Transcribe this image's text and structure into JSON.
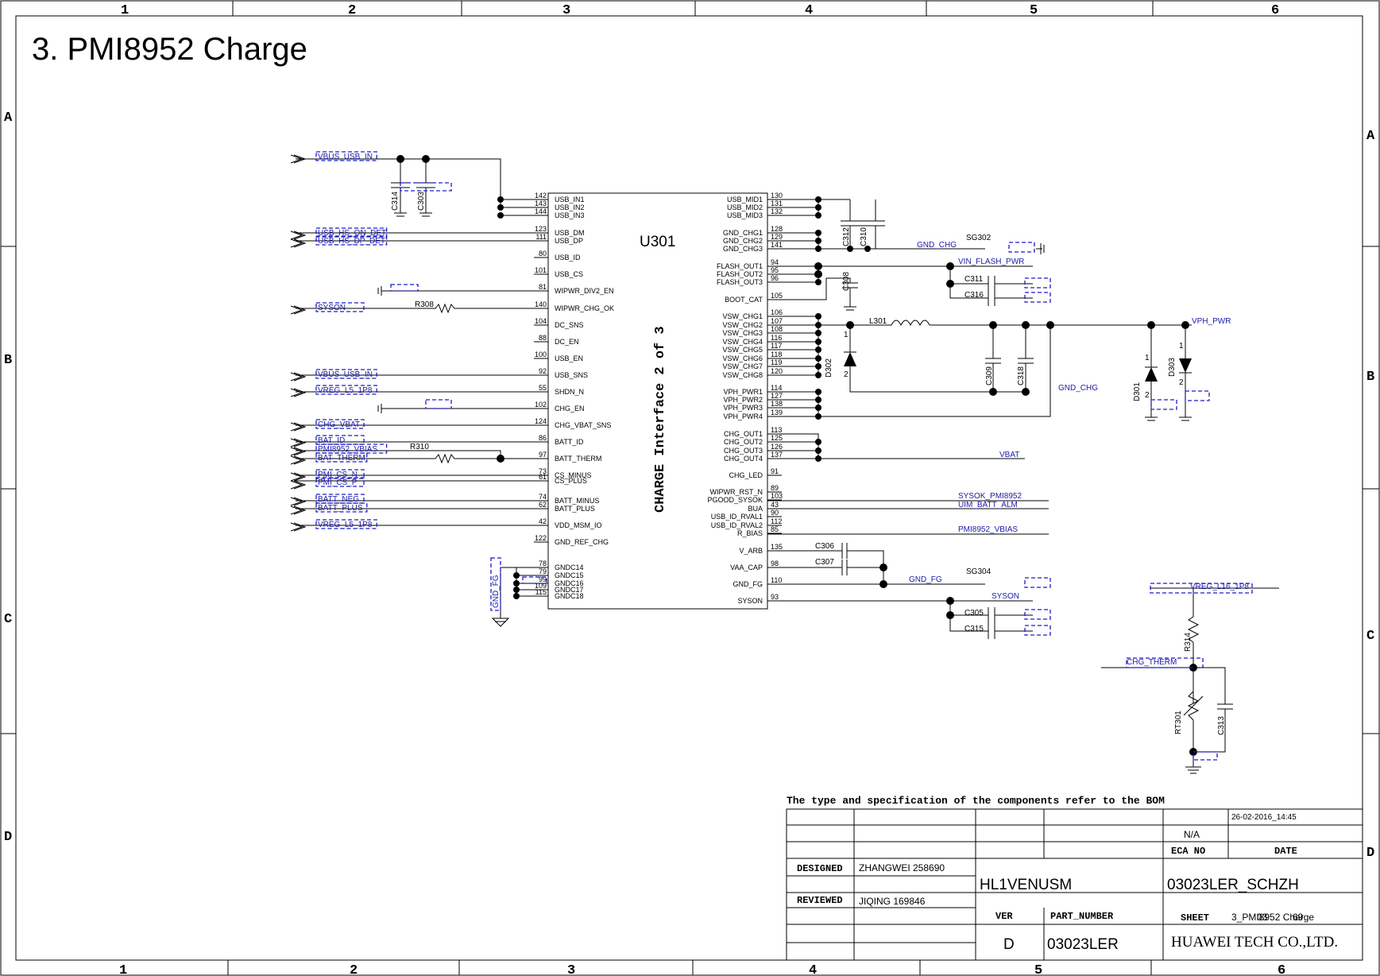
{
  "title": "3. PMI8952 Charge",
  "frame": {
    "top_cols": [
      "1",
      "2",
      "3",
      "4",
      "5",
      "6"
    ],
    "bottom_cols": [
      "1",
      "2",
      "3",
      "4",
      "5",
      "6"
    ],
    "left_rows": [
      "A",
      "B",
      "C",
      "D"
    ],
    "right_rows": [
      "A",
      "B",
      "C",
      "D"
    ]
  },
  "chip": {
    "ref": "U301",
    "section": "CHARGE Interface 2 of 3",
    "left_pins": [
      {
        "num": "142",
        "name": "USB_IN1"
      },
      {
        "num": "143",
        "name": "USB_IN2"
      },
      {
        "num": "144",
        "name": "USB_IN3"
      },
      {
        "num": "123",
        "name": "USB_DM"
      },
      {
        "num": "111",
        "name": "USB_DP"
      },
      {
        "num": "80",
        "name": "USB_ID"
      },
      {
        "num": "101",
        "name": "USB_CS"
      },
      {
        "num": "81",
        "name": "WIPWR_DIV2_EN"
      },
      {
        "num": "140",
        "name": "WIPWR_CHG_OK"
      },
      {
        "num": "104",
        "name": "DC_SNS"
      },
      {
        "num": "88",
        "name": "DC_EN"
      },
      {
        "num": "100",
        "name": "USB_EN"
      },
      {
        "num": "92",
        "name": "USB_SNS"
      },
      {
        "num": "55",
        "name": "SHDN_N"
      },
      {
        "num": "102",
        "name": "CHG_EN"
      },
      {
        "num": "124",
        "name": "CHG_VBAT_SNS"
      },
      {
        "num": "86",
        "name": "BATT_ID"
      },
      {
        "num": "97",
        "name": "BATT_THERM"
      },
      {
        "num": "73",
        "name": "CS_MINUS"
      },
      {
        "num": "61",
        "name": "CS_PLUS"
      },
      {
        "num": "74",
        "name": "BATT_MINUS"
      },
      {
        "num": "62",
        "name": "BATT_PLUS"
      },
      {
        "num": "42",
        "name": "VDD_MSM_IO"
      },
      {
        "num": "122",
        "name": "GND_REF_CHG"
      },
      {
        "num": "78",
        "name": "GNDC14"
      },
      {
        "num": "79",
        "name": "GNDC15"
      },
      {
        "num": "99",
        "name": "GNDC16"
      },
      {
        "num": "109",
        "name": "GNDC17"
      },
      {
        "num": "115",
        "name": "GNDC18"
      }
    ],
    "right_pins": [
      {
        "num": "130",
        "name": "USB_MID1"
      },
      {
        "num": "131",
        "name": "USB_MID2"
      },
      {
        "num": "132",
        "name": "USB_MID3"
      },
      {
        "num": "128",
        "name": "GND_CHG1"
      },
      {
        "num": "129",
        "name": "GND_CHG2"
      },
      {
        "num": "141",
        "name": "GND_CHG3"
      },
      {
        "num": "94",
        "name": "FLASH_OUT1"
      },
      {
        "num": "95",
        "name": "FLASH_OUT2"
      },
      {
        "num": "96",
        "name": "FLASH_OUT3"
      },
      {
        "num": "105",
        "name": "BOOT_CAT"
      },
      {
        "num": "106",
        "name": "VSW_CHG1"
      },
      {
        "num": "107",
        "name": "VSW_CHG2"
      },
      {
        "num": "108",
        "name": "VSW_CHG3"
      },
      {
        "num": "116",
        "name": "VSW_CHG4"
      },
      {
        "num": "117",
        "name": "VSW_CHG5"
      },
      {
        "num": "118",
        "name": "VSW_CHG6"
      },
      {
        "num": "119",
        "name": "VSW_CHG7"
      },
      {
        "num": "120",
        "name": "VSW_CHG8"
      },
      {
        "num": "114",
        "name": "VPH_PWR1"
      },
      {
        "num": "127",
        "name": "VPH_PWR2"
      },
      {
        "num": "138",
        "name": "VPH_PWR3"
      },
      {
        "num": "139",
        "name": "VPH_PWR4"
      },
      {
        "num": "113",
        "name": "CHG_OUT1"
      },
      {
        "num": "125",
        "name": "CHG_OUT2"
      },
      {
        "num": "126",
        "name": "CHG_OUT3"
      },
      {
        "num": "137",
        "name": "CHG_OUT4"
      },
      {
        "num": "91",
        "name": "CHG_LED"
      },
      {
        "num": "89",
        "name": "WIPWR_RST_N"
      },
      {
        "num": "103",
        "name": "PGOOD_SYSOK"
      },
      {
        "num": "43",
        "name": "BUA"
      },
      {
        "num": "90",
        "name": "USB_ID_RVAL1"
      },
      {
        "num": "112",
        "name": "USB_ID_RVAL2"
      },
      {
        "num": "85",
        "name": "R_BIAS"
      },
      {
        "num": "135",
        "name": "V_ARB"
      },
      {
        "num": "98",
        "name": "VAA_CAP"
      },
      {
        "num": "110",
        "name": "GND_FG"
      },
      {
        "num": "93",
        "name": "SYSON"
      }
    ]
  },
  "left_nets": [
    "VBUS_USB_IN",
    "USB_HS_ON_DET",
    "USB_HS_DP_DET",
    "SYSON",
    "VBUS_USB_IN",
    "VREG_L5_1P8",
    "CHG_VBAT",
    "BAT_ID",
    "PMI8952_VBIAS",
    "BAT_THERM",
    "PMI_CS_N",
    "PMI_CS_P",
    "BATT_NEG",
    "BATT_PLUS",
    "VREG_L5_1P8"
  ],
  "right_nets": {
    "gnd_chg_1": "GND_CHG",
    "vin_flash": "VIN_FLASH_PWR",
    "vph_pwr": "VPH_PWR",
    "gnd_chg_2": "GND_CHG",
    "vbat": "VBAT",
    "sysok": "SYSOK_PMI8952",
    "uim": "UIM_BATT_ALM",
    "vbias": "PMI8952_VBIAS",
    "gnd_fg": "GND_FG",
    "syson": "SYSON",
    "vreg_l16": "VREG_L16_1P8",
    "chg_therm": "CHG_THERM",
    "gnd_fg_left": "GND_FG"
  },
  "refs": {
    "C314": "C314",
    "C303": "C303",
    "R308": "R308",
    "R310": "R310",
    "C312": "C312",
    "C310": "C310",
    "SG302": "SG302",
    "C308": "C308",
    "C311": "C311",
    "C316": "C316",
    "L301": "L301",
    "D302": "D302",
    "C309": "C309",
    "C318": "C318",
    "D301": "D301",
    "D303": "D303",
    "C306": "C306",
    "C307": "C307",
    "SG304": "SG304",
    "C305": "C305",
    "C315": "C315",
    "R314": "R314",
    "RT301": "RT301",
    "C313": "C313"
  },
  "pin_marks": {
    "one": "1",
    "two": "2"
  },
  "note": "The type and specification of the components  refer to the BOM",
  "titleblock": {
    "date_value": "26-02-2016_14:45",
    "na": "N/A",
    "eca_label": "ECA NO",
    "date_label": "DATE",
    "designed_label": "DESIGNED",
    "designed_value": "ZHANGWEI 258690",
    "reviewed_label": "REVIEWED",
    "reviewed_value": "JIQING 169846",
    "project": "HL1VENUSM",
    "doc": "03023LER_SCHZH",
    "ver_label": "VER",
    "part_label": "PART_NUMBER",
    "sheet_label": "SHEET",
    "sheet_value": "3_PMI8952 Charge",
    "sheet_of": "03",
    "sheet_total": "69",
    "ver_value": "D",
    "part_value": "03023LER",
    "company": "HUAWEI TECH CO.,LTD."
  }
}
